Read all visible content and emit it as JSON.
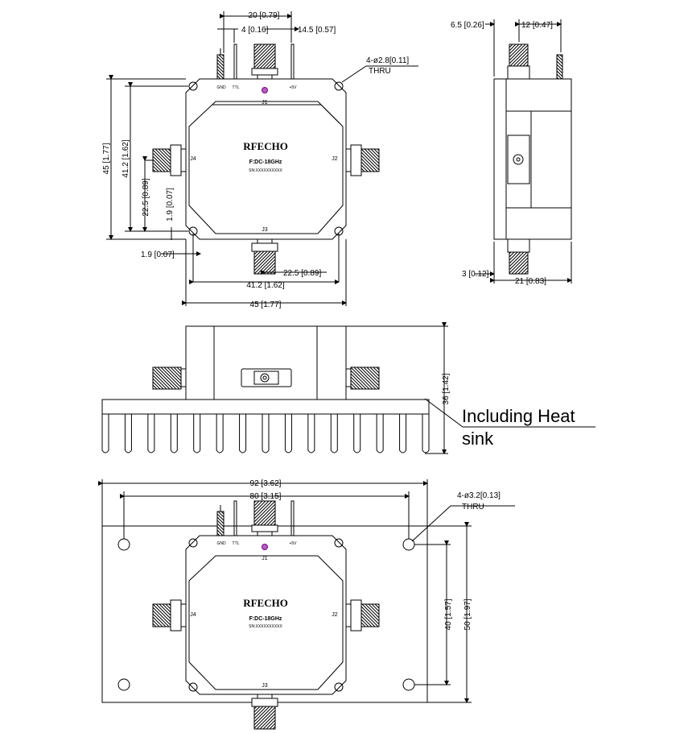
{
  "top_view": {
    "brand": "RFECHO",
    "freq": "F:DC-18GHz",
    "serial": "SN:XXXXXXXXXX",
    "pins": {
      "gnd": "GND",
      "ttl": "TTL",
      "v5": "+5V"
    },
    "ports": {
      "j1": "J1",
      "j2": "J2",
      "j3": "J3",
      "j4": "J4"
    },
    "dims": {
      "top_width": "20 [0.79]",
      "pin_pitch": "4 [0.16]",
      "pin_offset": "14.5 [0.57]",
      "hole": "4-ø2.8[0.11]",
      "thru": "THRU",
      "height_45": "45 [1.77]",
      "height_412": "41.2 [1.62]",
      "j4_pos": "22.5 [0.89]",
      "j4_off": "1.9 [0.07]",
      "h_off": "1.9 [0.07]",
      "j3_pos": "22.5 [0.89]",
      "width_412": "41.2 [1.62]",
      "width_45": "45 [1.77]"
    }
  },
  "side_view": {
    "dims": {
      "top_off": "6.5 [0.26]",
      "top_pitch": "12 [0.47]",
      "bottom_off": "3 [0.12]",
      "depth": "21 [0.83]"
    }
  },
  "heatsink_view": {
    "height": "36 [1.42]",
    "note_line1": "Including Heat",
    "note_line2": "sink"
  },
  "bottom_view": {
    "brand": "RFECHO",
    "freq": "F:DC-18GHz",
    "serial": "SN:XXXXXXXXXX",
    "pins": {
      "gnd": "GND",
      "ttl": "TTL",
      "v5": "+5V"
    },
    "ports": {
      "j1": "J1",
      "j2": "J2",
      "j3": "J3",
      "j4": "J4"
    },
    "dims": {
      "width_92": "92 [3.62]",
      "width_80": "80 [3.15]",
      "hole": "4-ø3.2[0.13]",
      "thru": "THRU",
      "h40": "40 [1.57]",
      "h50": "50 [1.97]"
    }
  }
}
